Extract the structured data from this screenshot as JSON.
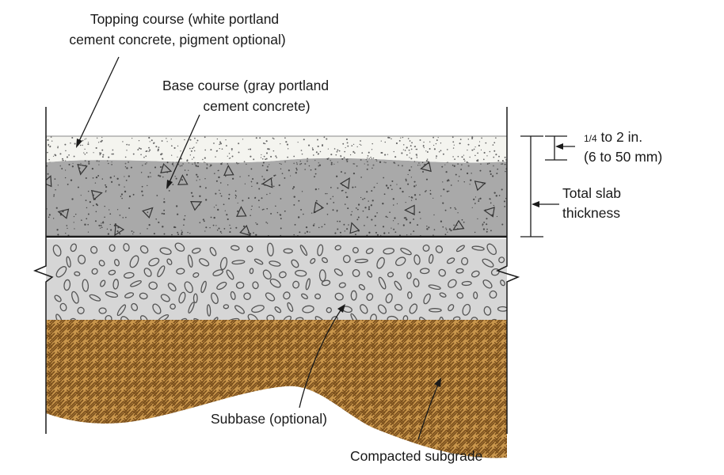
{
  "labels": {
    "topping_line1": "Topping course (white portland",
    "topping_line2": "cement concrete, pigment optional)",
    "base_line1": "Base course (gray portland",
    "base_line2": "cement concrete)",
    "dim_fraction": "1/4",
    "dim_line1_rest": " to 2 in.",
    "dim_line2": "(6 to 50 mm)",
    "total_line1": "Total slab",
    "total_line2": "thickness",
    "subbase": "Subbase (optional)",
    "subgrade": "Compacted subgrade"
  },
  "colors": {
    "topping": "#f4f4ef",
    "base": "#a9a9a9",
    "subbase": "#d6d6d6",
    "subgrade_bg": "#c9964c",
    "subgrade_pattern": "#7a4f1c",
    "line": "#1a1a1a"
  }
}
